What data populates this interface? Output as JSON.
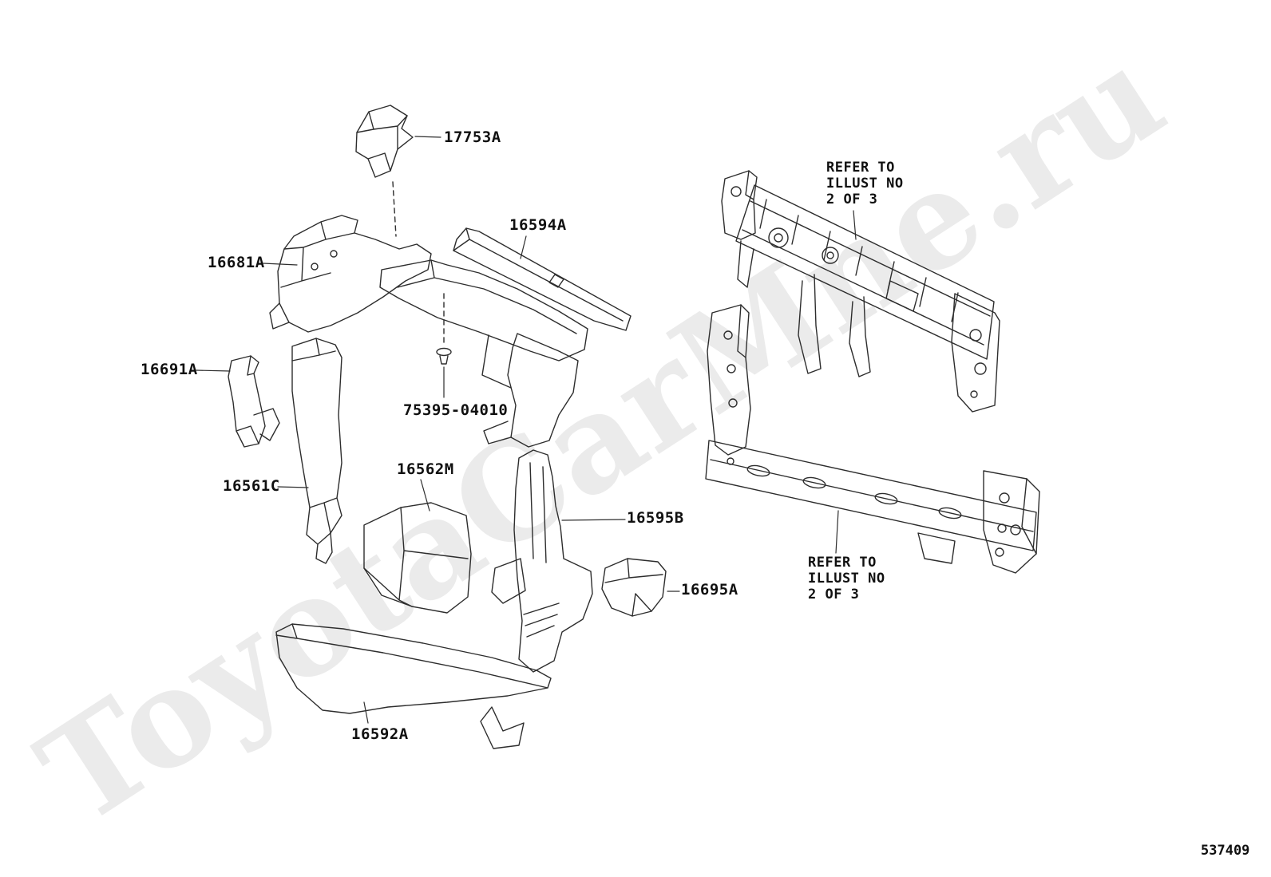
{
  "page": {
    "page_number": "537409",
    "watermark": "ToyotaCarMne.ru"
  },
  "labels": {
    "l17753A": "17753A",
    "l16594A": "16594A",
    "l16681A": "16681A",
    "l16691A": "16691A",
    "l75395": "75395-04010",
    "l16561C": "16561C",
    "l16562M": "16562M",
    "l16595B": "16595B",
    "l16695A": "16695A",
    "l16592A": "16592A"
  },
  "notes": {
    "refer_upper": "REFER TO\nILLUST NO\n2 OF 3",
    "refer_lower": "REFER TO\nILLUST NO\n2 OF 3"
  }
}
